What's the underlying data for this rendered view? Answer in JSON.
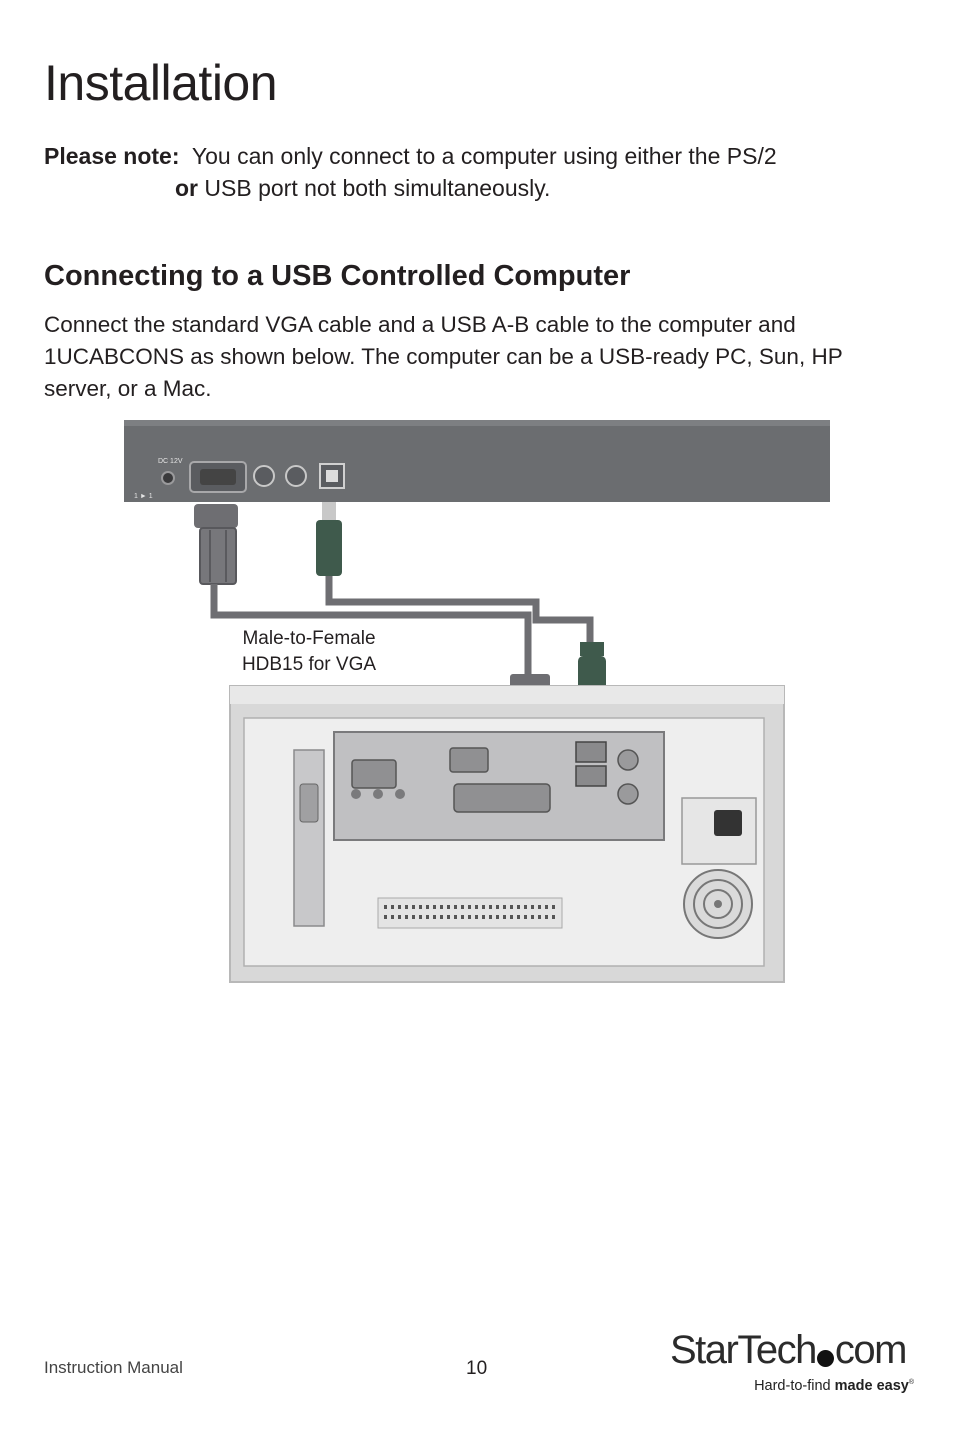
{
  "page": {
    "title": "Installation",
    "note": {
      "label": "Please note:",
      "line1": "You can only connect to a computer using either the PS/2",
      "or_word": "or",
      "line2_rest": " USB port not both simultaneously."
    },
    "section_title": "Connecting to a USB Controlled Computer",
    "body": "Connect the standard VGA cable and a USB A-B cable to the computer and 1UCABCONS as shown below.  The computer can be a USB-ready PC, Sun, HP server, or a Mac."
  },
  "diagram": {
    "cable_label_line1": "Male-to-Female",
    "cable_label_line2": "HDB15 for VGA",
    "console_power_label": "DC 12V",
    "console_port_label": "1 ► 1"
  },
  "footer": {
    "left": "Instruction Manual",
    "page_number": "10"
  },
  "logo": {
    "brand_part1": "StarTech",
    "brand_part2": "com",
    "tagline_light": "Hard-to-find ",
    "tagline_bold": "made easy",
    "tagline_mark": "®"
  },
  "colors": {
    "text": "#231f20",
    "console_body": "#6b6d70",
    "cable_gray": "#6e6e72",
    "usb_green": "#3f5a4c"
  }
}
